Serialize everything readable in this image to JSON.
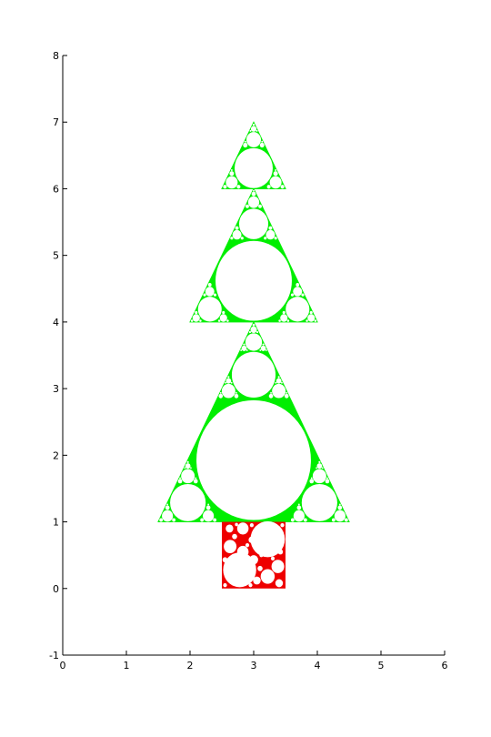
{
  "chart_data": {
    "type": "scatter",
    "title": "",
    "xlabel": "",
    "ylabel": "",
    "xlim": [
      0,
      6
    ],
    "ylim": [
      -1,
      8
    ],
    "xticks": [
      "0",
      "1",
      "2",
      "3",
      "4",
      "5",
      "6"
    ],
    "yticks": [
      "-1",
      "0",
      "1",
      "2",
      "3",
      "4",
      "5",
      "6",
      "7",
      "8"
    ],
    "grid": false,
    "legend": "none",
    "colors": {
      "foliage": "#00ee00",
      "trunk": "#ee0000"
    },
    "shapes": [
      {
        "kind": "apollonian-triangle",
        "color": "foliage",
        "base_y": 1.0,
        "x_min": 1.5,
        "x_max": 4.5,
        "apex": [
          3.0,
          4.0
        ]
      },
      {
        "kind": "apollonian-triangle",
        "color": "foliage",
        "base_y": 4.0,
        "x_min": 2.0,
        "x_max": 4.0,
        "apex": [
          3.0,
          6.0
        ]
      },
      {
        "kind": "apollonian-triangle",
        "color": "foliage",
        "base_y": 6.0,
        "x_min": 2.5,
        "x_max": 3.5,
        "apex": [
          3.0,
          7.0
        ]
      },
      {
        "kind": "circle-packed-square",
        "color": "trunk",
        "x_range": [
          2.5,
          3.5
        ],
        "y_range": [
          0.0,
          1.0
        ]
      }
    ]
  }
}
